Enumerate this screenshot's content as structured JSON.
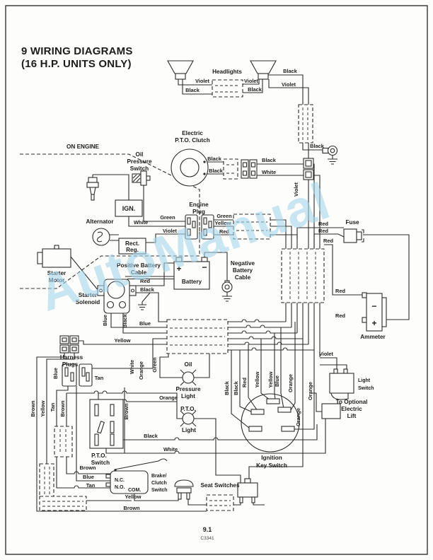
{
  "title": {
    "line1": "9  WIRING DIAGRAMS",
    "line2": "(16 H.P. UNITS ONLY)"
  },
  "footer": {
    "page_number": "9.1",
    "figure_code": "C3341"
  },
  "watermark": {
    "text": "AutoManual",
    "color": "#a6d6ed"
  },
  "t": {
    "headlights": "Headlights",
    "electric": "Electric",
    "pto_clutch": "P.T.O. Clutch",
    "on_engine": "ON ENGINE",
    "oil": "Oil",
    "pressure": "Pressure",
    "switch": "Switch",
    "ign": "IGN.",
    "alternator": "Alternator",
    "rect": "Rect.",
    "reg": "Reg.",
    "starter": "Starter",
    "motor": "Motor",
    "engine": "Engine",
    "plug": "Plug",
    "fuse": "Fuse",
    "positive_battery": "Positive Battery",
    "cable": "Cable",
    "battery": "Battery",
    "negative": "Negative",
    "solenoid": "Solenoid",
    "ammeter": "Ammeter",
    "harness": "Harness",
    "plugs": "Plugs",
    "light": "Light",
    "ignition": "Ignition",
    "key_switch": "Key Switch",
    "to_optional": "To Optional",
    "lift": "Lift",
    "pto": "P.T.O.",
    "brake": "Brake/",
    "clutch": "Clutch",
    "nc": "N.C.",
    "no": "N.O.",
    "com": "COM.",
    "seat_switches": "Seat Switches",
    "plus": "+",
    "minus": "−",
    "black": "Black",
    "white": "White",
    "red": "Red",
    "green": "Green",
    "yellow": "Yellow",
    "blue": "Blue",
    "violet": "Violet",
    "orange": "Orange",
    "brown": "Brown",
    "tan": "Tan"
  }
}
